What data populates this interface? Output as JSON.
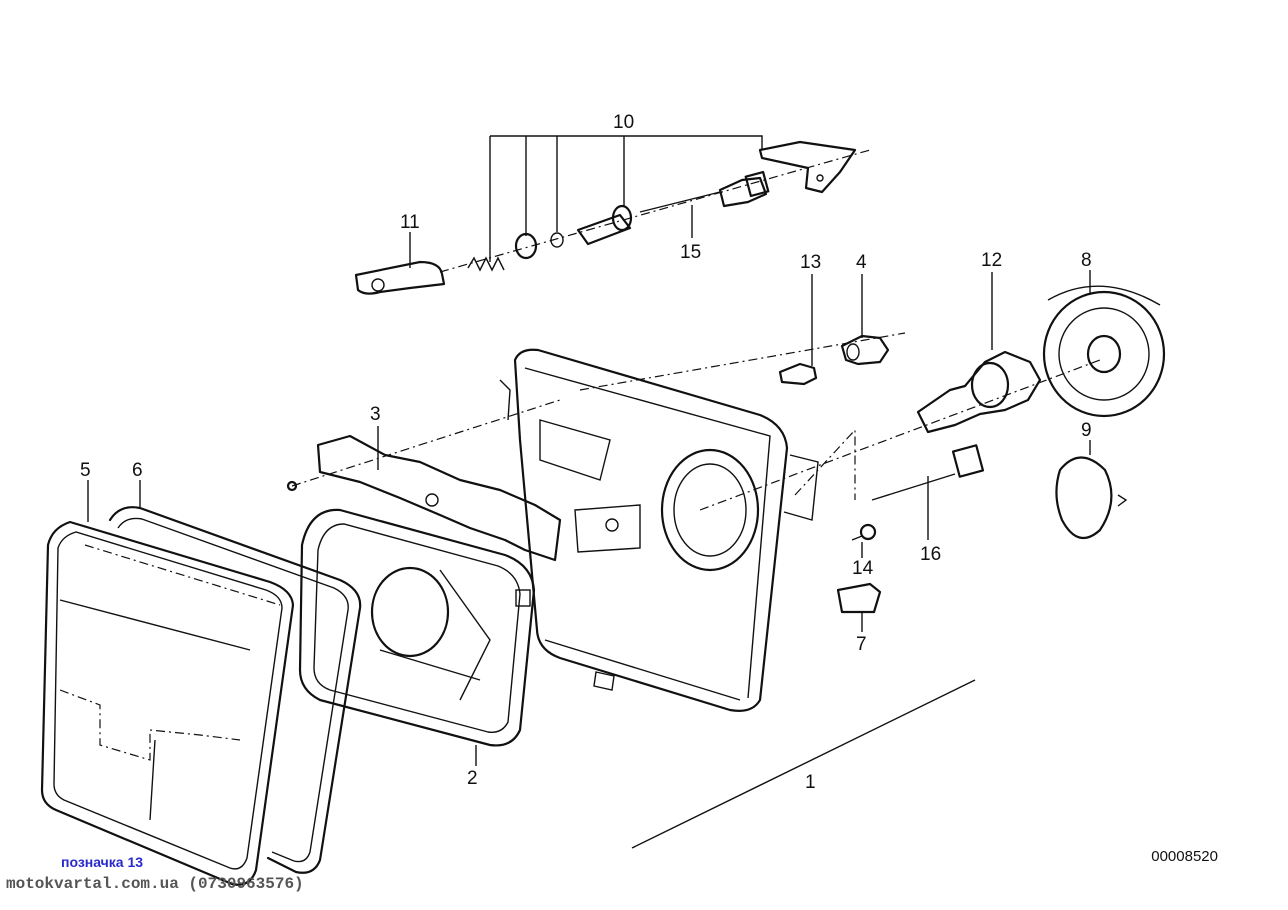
{
  "diagram": {
    "callouts": {
      "c1": "1",
      "c2": "2",
      "c3": "3",
      "c4": "4",
      "c5": "5",
      "c6": "6",
      "c7": "7",
      "c8": "8",
      "c9": "9",
      "c10": "10",
      "c11": "11",
      "c12": "12",
      "c13": "13",
      "c14": "14",
      "c15": "15",
      "c16": "16"
    },
    "part_number": "00008520",
    "label_note": "позначка 13",
    "watermark": "motokvartal.com.ua (0730963576)"
  }
}
